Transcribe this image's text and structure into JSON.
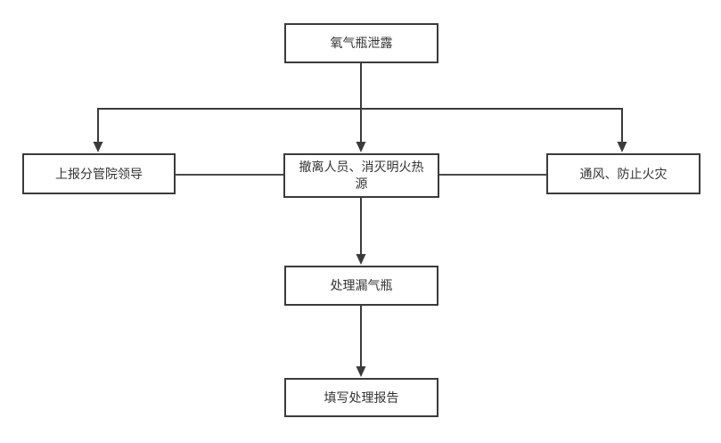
{
  "diagram": {
    "title": "oxygen-cylinder-leak-response-flowchart",
    "nodes": {
      "start": {
        "label": "氧气瓶泄露"
      },
      "report": {
        "label": "上报分管院领导"
      },
      "evacuate": {
        "label": "撤离人员、消灭明火热源"
      },
      "ventilate": {
        "label": "通风、防止火灾"
      },
      "handle": {
        "label": "处理漏气瓶"
      },
      "fillreport": {
        "label": "填写处理报告"
      }
    },
    "edges": [
      {
        "from": "start",
        "to": "report",
        "arrow": true
      },
      {
        "from": "start",
        "to": "evacuate",
        "arrow": true
      },
      {
        "from": "start",
        "to": "ventilate",
        "arrow": true
      },
      {
        "from": "report",
        "to": "evacuate",
        "arrow": false
      },
      {
        "from": "evacuate",
        "to": "ventilate",
        "arrow": false
      },
      {
        "from": "evacuate",
        "to": "handle",
        "arrow": true
      },
      {
        "from": "handle",
        "to": "fillreport",
        "arrow": true
      }
    ],
    "colors": {
      "background": "#ffffff",
      "node_fill": "#ffffff",
      "border": "#3b3b3b",
      "line": "#3b3b3b",
      "text": "#333333"
    }
  }
}
